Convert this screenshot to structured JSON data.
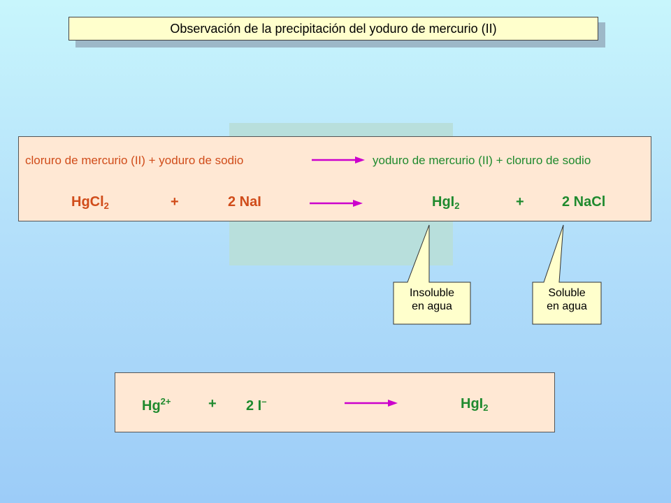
{
  "title": "Observación de la precipitación del yoduro de mercurio (II)",
  "word_equation": {
    "reactants": "cloruro de mercurio (II) + yoduro de sodio",
    "products": "yoduro de mercurio (II) + cloruro de sodio"
  },
  "formula_equation": {
    "hgcl2_base": "HgCl",
    "hgcl2_sub": "2",
    "plus": "+",
    "nai": "2  NaI",
    "hgi2_base": "HgI",
    "hgi2_sub": "2",
    "nacl": "2 NaCl"
  },
  "callouts": {
    "insoluble": "Insoluble\n en agua",
    "soluble": "Soluble\nen agua"
  },
  "ionic_equation": {
    "hg_base": "Hg",
    "hg_sup": "2+",
    "plus": "+",
    "iodide_base": "2 I",
    "iodide_sup": "–",
    "product_base": "HgI",
    "product_sub": "2"
  },
  "colors": {
    "reactant": "#d04c1a",
    "product": "#1f8a2e",
    "arrow": "#cc00cc",
    "box_fill": "#ffe8d4",
    "title_fill": "#ffffcc",
    "callout_fill": "#ffffcc"
  }
}
